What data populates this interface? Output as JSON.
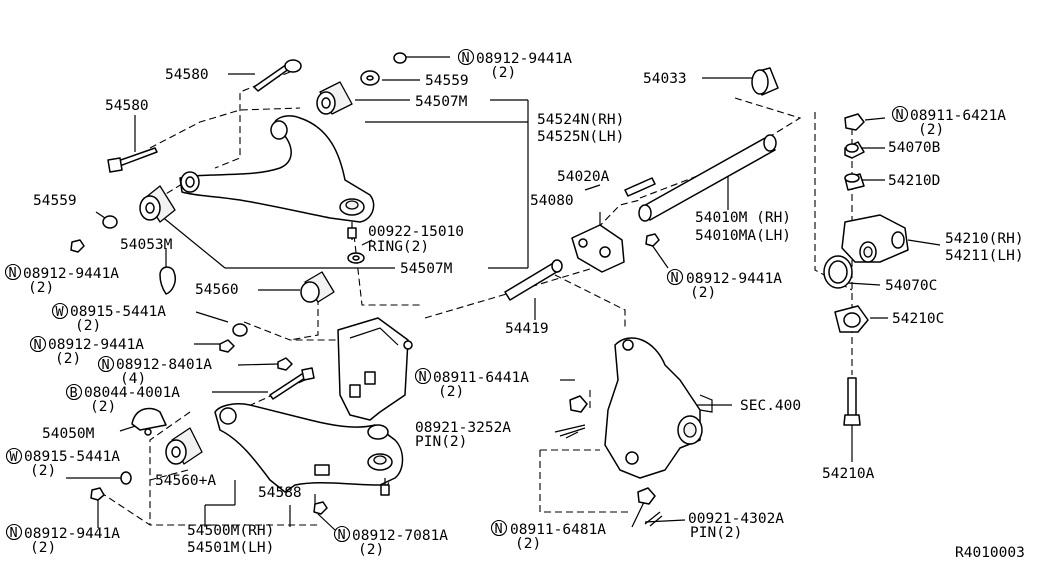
{
  "diagram": {
    "ref_code": "R4010003",
    "labels": {
      "p54580a": "54580",
      "p54580b": "54580",
      "p54559a": "54559",
      "p54559b": "54559",
      "p54507m_top": "54507M",
      "p54507m_bot": "54507M",
      "p54524n": "54524N(RH)",
      "p54525n": "54525N(LH)",
      "p54053m": "54053M",
      "p00922": "00922-15010",
      "ring2": "RING(2)",
      "p54560": "54560",
      "p54560a": "54560+A",
      "p54588": "54588",
      "p54500m": "54500M(RH)",
      "p54501m": "54501M(LH)",
      "p54050m": "54050M",
      "p54033": "54033",
      "p54020a": "54020A",
      "p54080": "54080",
      "p54010m": "54010M (RH)",
      "p54010ma": "54010MA(LH)",
      "p54419": "54419",
      "p08921": "08921-3252A",
      "pin2a": "PIN(2)",
      "p00921": "00921-4302A",
      "pin2b": "PIN(2)",
      "sec400": "SEC.400",
      "p54070b": "54070B",
      "p54210d": "54210D",
      "p54210": "54210(RH)",
      "p54211": "54211(LH)",
      "p54070c": "54070C",
      "p54210c": "54210C",
      "p54210a": "54210A"
    },
    "prefixed_labels": {
      "n_9441_top": {
        "prefix": "N",
        "code": "08912-9441A",
        "qty": "(2)"
      },
      "n_9441_left": {
        "prefix": "N",
        "code": "08912-9441A",
        "qty": "(2)"
      },
      "w_5441_a": {
        "prefix": "W",
        "code": "08915-5441A",
        "qty": "(2)"
      },
      "n_9441_mid": {
        "prefix": "N",
        "code": "08912-9441A",
        "qty": "(2)"
      },
      "n_8401": {
        "prefix": "N",
        "code": "08912-8401A",
        "qty": "(4)"
      },
      "b_4001": {
        "prefix": "B",
        "code": "08044-4001A",
        "qty": "(2)"
      },
      "w_5441_b": {
        "prefix": "W",
        "code": "08915-5441A",
        "qty": "(2)"
      },
      "n_9441_bot": {
        "prefix": "N",
        "code": "08912-9441A",
        "qty": "(2)"
      },
      "n_7081": {
        "prefix": "N",
        "code": "08912-7081A",
        "qty": "(2)"
      },
      "n_9441_center": {
        "prefix": "N",
        "code": "08912-9441A",
        "qty": "(2)"
      },
      "n_6441": {
        "prefix": "N",
        "code": "08911-6441A",
        "qty": "(2)"
      },
      "n_6481": {
        "prefix": "N",
        "code": "08911-6481A",
        "qty": "(2)"
      },
      "n_6421": {
        "prefix": "N",
        "code": "08911-6421A",
        "qty": "(2)"
      }
    }
  }
}
